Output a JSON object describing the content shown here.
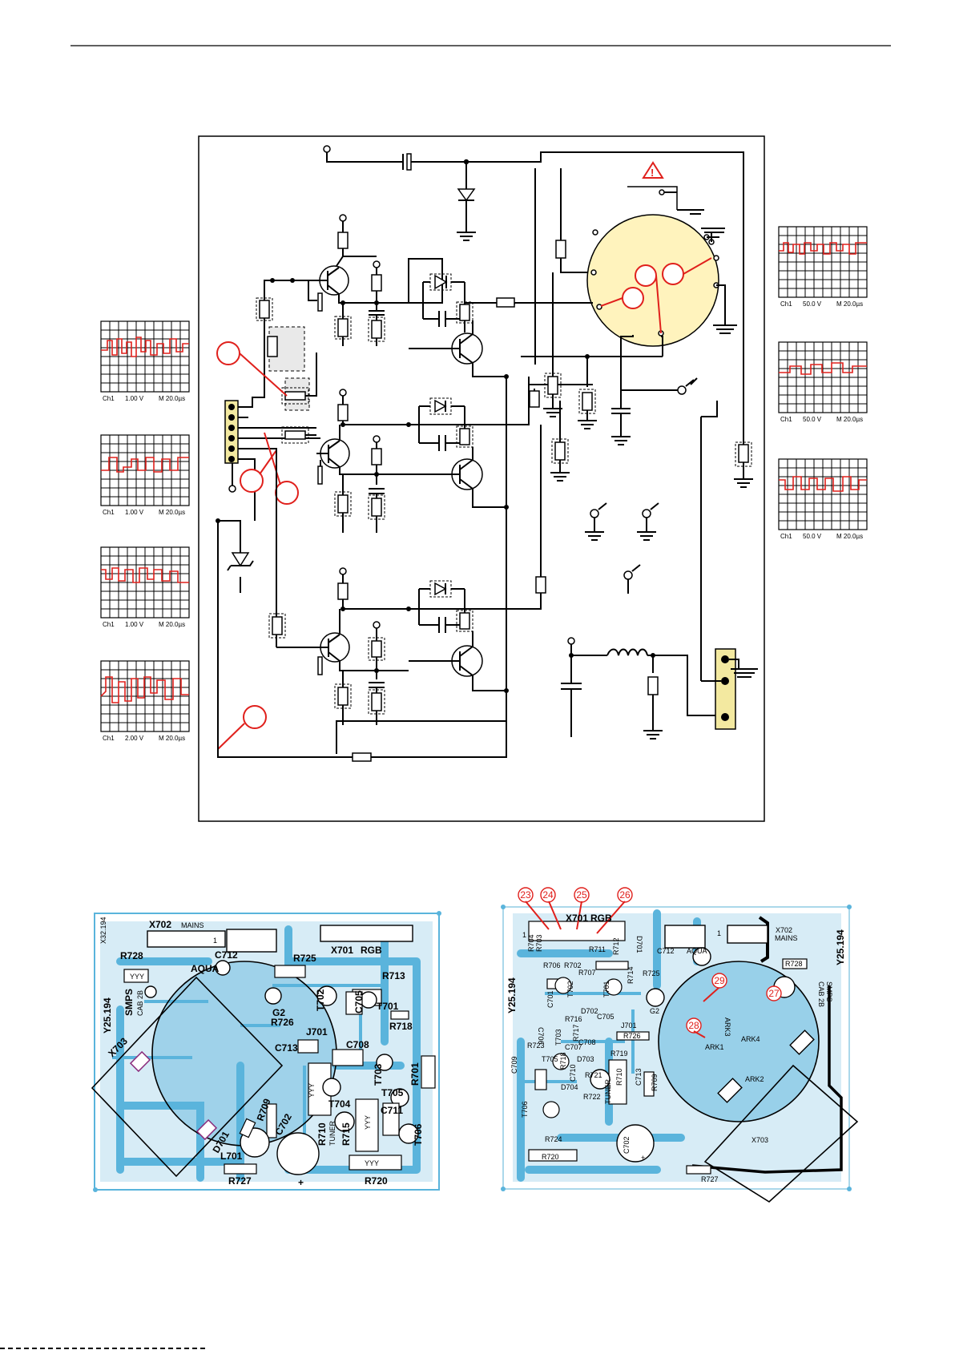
{
  "scope_left": [
    {
      "ch": "Ch1",
      "volts": "1.00 V",
      "time": "M 20.0µs"
    },
    {
      "ch": "Ch1",
      "volts": "1.00 V",
      "time": "M 20.0µs"
    },
    {
      "ch": "Ch1",
      "volts": "1.00 V",
      "time": "M 20.0µs"
    },
    {
      "ch": "Ch1",
      "volts": "2.00 V",
      "time": "M 20.0µs"
    }
  ],
  "scope_right": [
    {
      "ch": "Ch1",
      "volts": "50.0 V",
      "time": "M 20.0µs"
    },
    {
      "ch": "Ch1",
      "volts": "50.0 V",
      "time": "M 20.0µs"
    },
    {
      "ch": "Ch1",
      "volts": "50.0 V",
      "time": "M 20.0µs"
    }
  ],
  "pcb_left": {
    "labels": {
      "x702": "X702",
      "mains": "MAINS",
      "one": "1",
      "r728": "R728",
      "yyy1": "YYY",
      "aqua": "AQUA",
      "c712": "C712",
      "r725": "R725",
      "x701": "X701",
      "rgb": "RGB",
      "r713": "R713",
      "smps": "SMPS",
      "cab": "CAB 2B",
      "y25": "Y25.194",
      "g2": "G2",
      "t702": "T702",
      "c705": "C705",
      "t701": "T701",
      "r726": "R726",
      "j701": "J701",
      "r718": "R718",
      "c713": "C713",
      "x703": "X703",
      "c708": "C708",
      "t703": "T703",
      "r701": "R701",
      "yyy2": "YYY",
      "t705": "T705",
      "t704": "T704",
      "r710": "R710",
      "tuner": "TUNER",
      "r715": "R715",
      "yyy3": "YYY",
      "c711": "C711",
      "t706": "T706",
      "d701": "D701",
      "r709": "R709",
      "c702": "C702",
      "l701": "L701",
      "r727": "R727",
      "yyy4": "YYY",
      "r720": "R720",
      "plus": "+",
      "edge": "X32.194"
    }
  },
  "pcb_right": {
    "callouts": [
      "23",
      "24",
      "25",
      "26",
      "27",
      "28",
      "29"
    ],
    "labels": {
      "x701": "X701",
      "rgb": "RGB",
      "r704": "R704",
      "r703": "R703",
      "r711": "R711",
      "r712": "R712",
      "d701": "D701",
      "one": "1",
      "c712": "C712",
      "aqua": "AQUA",
      "x702": "X702",
      "mains": "MAINS",
      "r728": "R728",
      "y25a": "Y25.194",
      "y25b": "Y25.194",
      "r706": "R706",
      "r702": "R702",
      "r707": "R707",
      "r714": "R714",
      "r725": "R725",
      "c701": "C701",
      "t702": "T702",
      "t701": "T701",
      "g2": "G2",
      "cab": "CAB 2B",
      "smps": "SMPS",
      "c706": "C706",
      "r716": "R716",
      "d702": "D702",
      "c705": "C705",
      "j701": "J701",
      "ark3": "ARK3",
      "ark4": "ARK4",
      "r717": "R717",
      "t703": "T703",
      "r726": "R726",
      "ark1": "ARK1",
      "r723": "R723",
      "c707": "C707",
      "c708": "C708",
      "r719": "R719",
      "c709": "C709",
      "t705": "T705",
      "r718": "R718",
      "d703": "D703",
      "c710": "C710",
      "r721": "R721",
      "r710": "R710",
      "c713": "C713",
      "r709": "R709",
      "ark2": "ARK2",
      "d704": "D704",
      "tuner": "TUNER",
      "r722": "R722",
      "t706": "T706",
      "r724": "R724",
      "r720": "R720",
      "c702": "C702",
      "plus": "+",
      "r727": "R727",
      "x703": "X703"
    }
  }
}
